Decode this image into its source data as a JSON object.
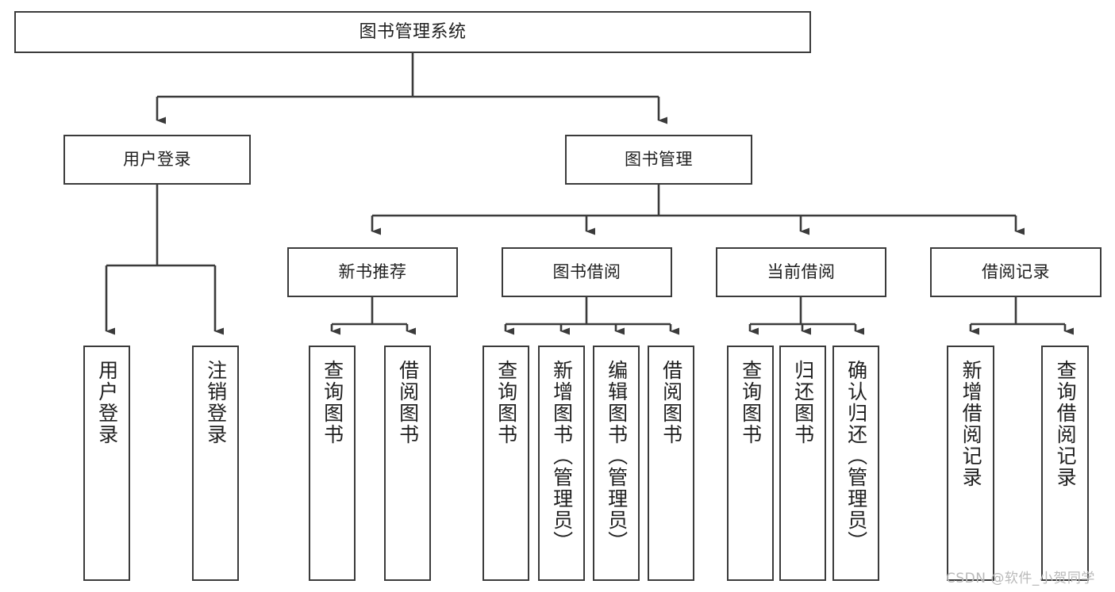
{
  "diagram": {
    "type": "tree-hierarchy",
    "title": "图书管理系统",
    "watermark": "CSDN @软件_小贺同学",
    "colors": {
      "box_border": "#3b3b3b",
      "box_fill": "#ffffff",
      "edge": "#3b3b3b",
      "text": "#1f1f1f",
      "watermark": "#b9b9b9",
      "background": "#ffffff"
    },
    "root": {
      "id": "root",
      "label": "图书管理系统"
    },
    "level1": [
      {
        "id": "user-login",
        "label": "用户登录"
      },
      {
        "id": "book-manage",
        "label": "图书管理"
      }
    ],
    "level2": [
      {
        "id": "new-book-recommend",
        "label": "新书推荐",
        "parent": "book-manage"
      },
      {
        "id": "book-borrow",
        "label": "图书借阅",
        "parent": "book-manage"
      },
      {
        "id": "current-borrow",
        "label": "当前借阅",
        "parent": "book-manage"
      },
      {
        "id": "borrow-record",
        "label": "借阅记录",
        "parent": "book-manage"
      }
    ],
    "leaves": {
      "user_login": [
        {
          "id": "leaf-user-login",
          "label": "用户登录"
        },
        {
          "id": "leaf-logout",
          "label": "注销登录"
        }
      ],
      "new_book_recommend": [
        {
          "id": "leaf-query-book-1",
          "label": "查询图书"
        },
        {
          "id": "leaf-borrow-book-1",
          "label": "借阅图书"
        }
      ],
      "book_borrow": [
        {
          "id": "leaf-query-book-2",
          "label": "查询图书"
        },
        {
          "id": "leaf-add-book",
          "label": "新增图书（管理员）"
        },
        {
          "id": "leaf-edit-book",
          "label": "编辑图书（管理员）"
        },
        {
          "id": "leaf-borrow-book-2",
          "label": "借阅图书"
        }
      ],
      "current_borrow": [
        {
          "id": "leaf-query-book-3",
          "label": "查询图书"
        },
        {
          "id": "leaf-return-book",
          "label": "归还图书"
        },
        {
          "id": "leaf-confirm-return",
          "label": "确认归还（管理员）"
        }
      ],
      "borrow_record": [
        {
          "id": "leaf-add-record",
          "label": "新增借阅记录"
        },
        {
          "id": "leaf-query-record",
          "label": "查询借阅记录"
        }
      ]
    }
  }
}
